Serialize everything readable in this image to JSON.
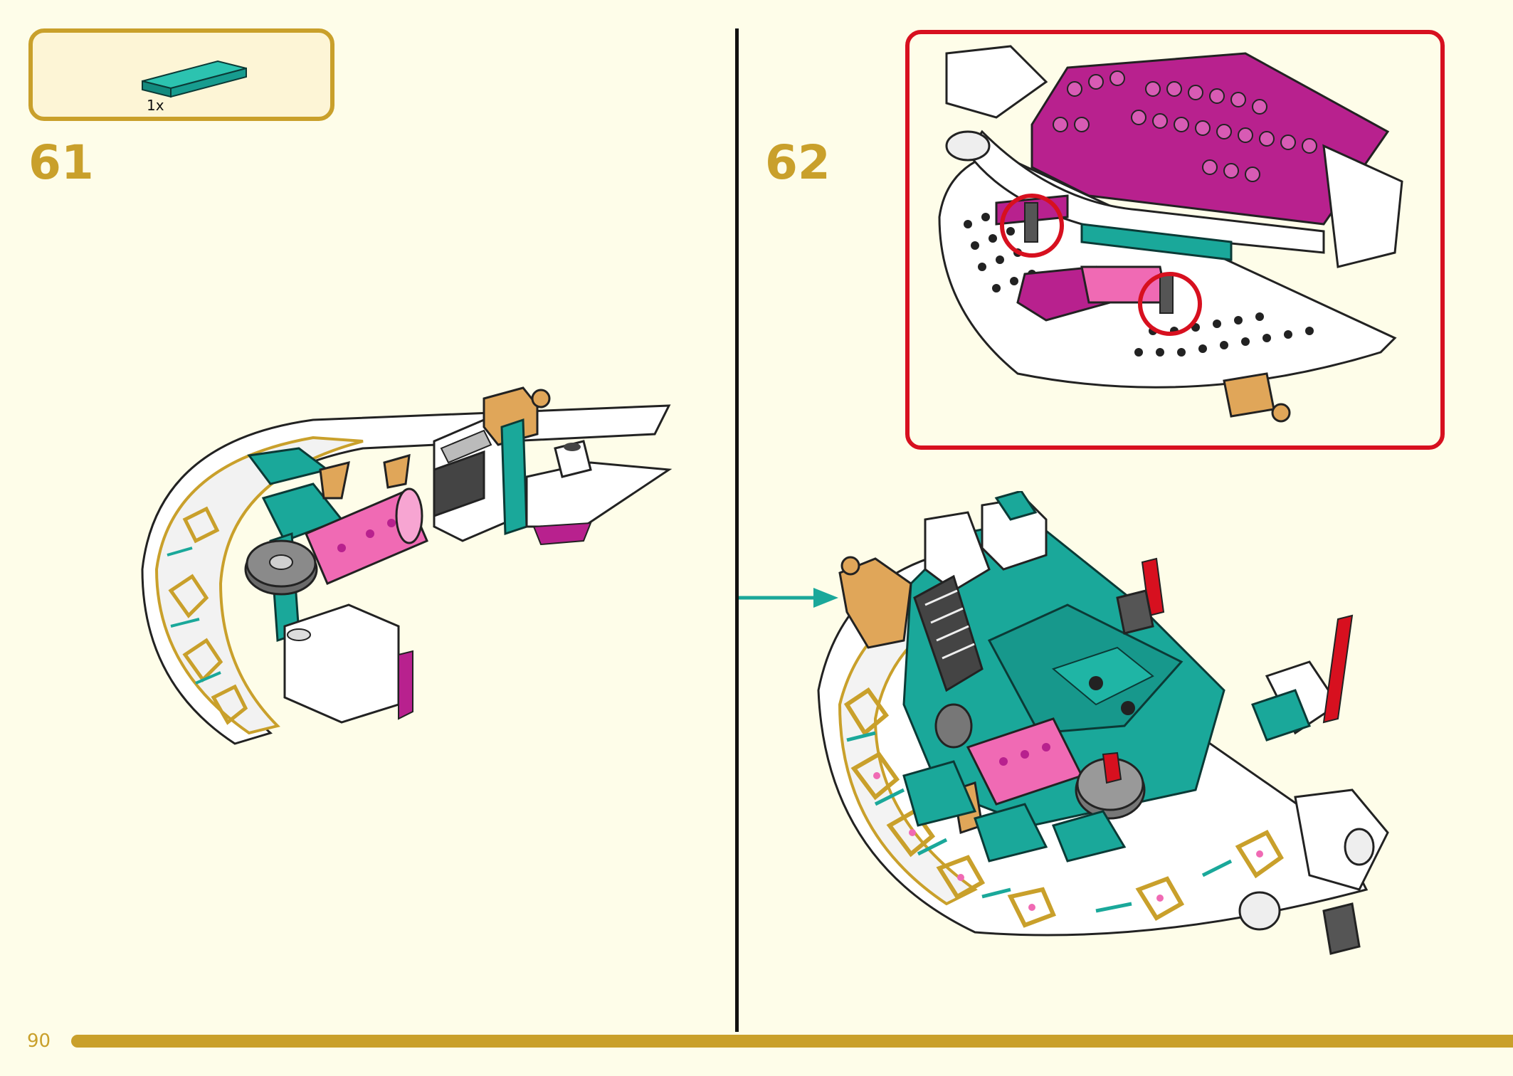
{
  "page": {
    "number": "90"
  },
  "parts_list": {
    "items": [
      {
        "quantity": "1x",
        "part_icon": "teal-tile-icon",
        "color": "#1aa89a"
      }
    ]
  },
  "steps": [
    {
      "number": "61"
    },
    {
      "number": "62"
    }
  ],
  "colors": {
    "background": "#fefde9",
    "accent_gold": "#c9a02b",
    "callout_red": "#d7101f",
    "teal": "#1aa89a",
    "magenta": "#b8218e",
    "pink": "#f06ab4",
    "gold_part": "#e0a659"
  }
}
